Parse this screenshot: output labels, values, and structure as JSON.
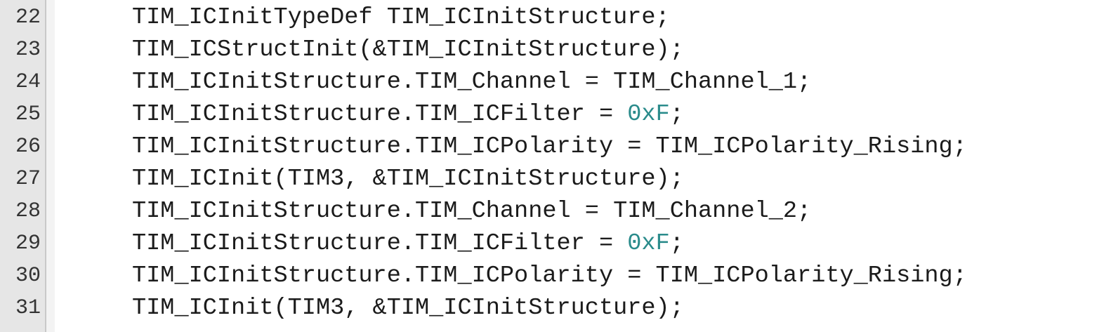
{
  "editor": {
    "lines": [
      {
        "number": "22",
        "text": "TIM_ICInitTypeDef TIM_ICInitStructure;"
      },
      {
        "number": "23",
        "text": "TIM_ICStructInit(&TIM_ICInitStructure);"
      },
      {
        "number": "24",
        "text": "TIM_ICInitStructure.TIM_Channel = TIM_Channel_1;"
      },
      {
        "number": "25",
        "pre": "TIM_ICInitStructure.TIM_ICFilter = ",
        "literal": "0xF",
        "post": ";"
      },
      {
        "number": "26",
        "text": "TIM_ICInitStructure.TIM_ICPolarity = TIM_ICPolarity_Rising;"
      },
      {
        "number": "27",
        "text": "TIM_ICInit(TIM3, &TIM_ICInitStructure);"
      },
      {
        "number": "28",
        "text": "TIM_ICInitStructure.TIM_Channel = TIM_Channel_2;"
      },
      {
        "number": "29",
        "pre": "TIM_ICInitStructure.TIM_ICFilter = ",
        "literal": "0xF",
        "post": ";"
      },
      {
        "number": "30",
        "text": "TIM_ICInitStructure.TIM_ICPolarity = TIM_ICPolarity_Rising;"
      },
      {
        "number": "31",
        "text": "TIM_ICInit(TIM3, &TIM_ICInitStructure);"
      }
    ],
    "colors": {
      "code_text": "#1b1b1b",
      "numeric_literal": "#2a8b8b",
      "gutter_background": "#e6e6e6",
      "line_number": "#333333"
    }
  }
}
